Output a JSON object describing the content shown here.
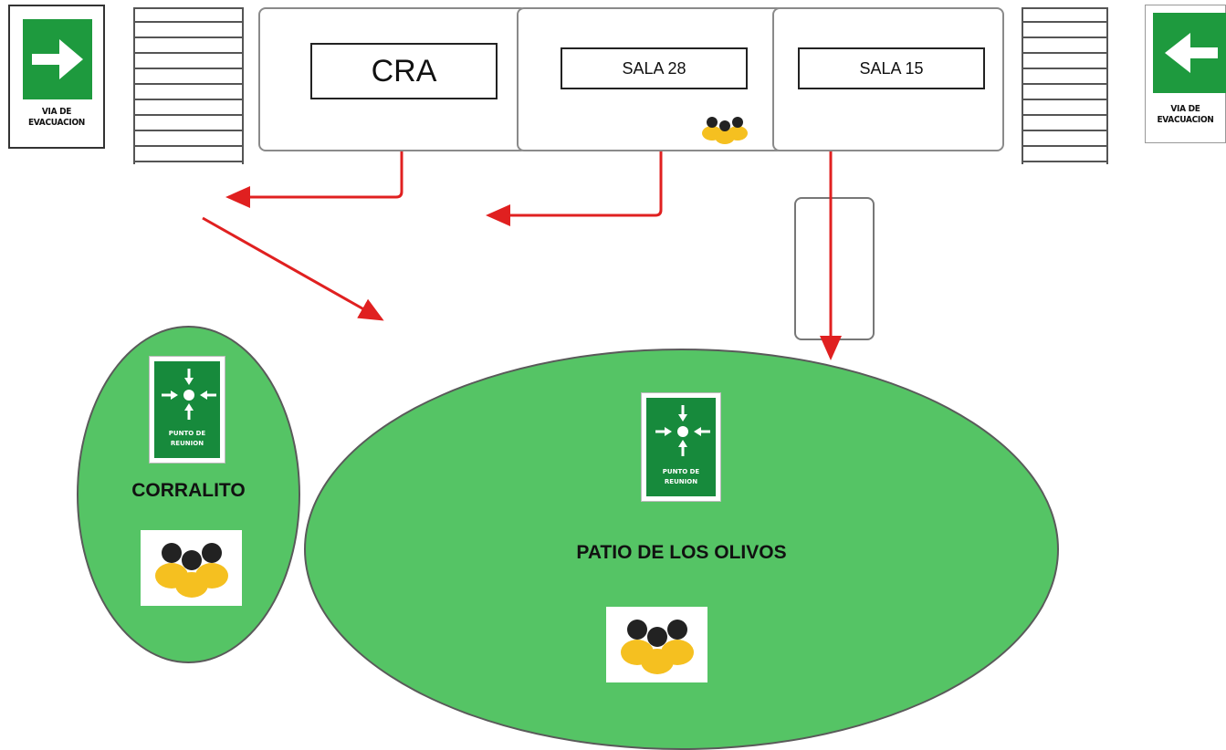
{
  "rooms": {
    "cra": "CRA",
    "sala28": "SALA 28",
    "sala15": "SALA 15"
  },
  "exit_signs": {
    "left_text": "VIA DE\nEVACUACION",
    "right_text": "VIA DE\nEVACUACION"
  },
  "meeting_sign_text": "PUNTO DE\nREUNION",
  "zones": {
    "corralito": "CORRALITO",
    "patio": "PATIO DE LOS OLIVOS"
  },
  "colors": {
    "zone_green": "#55c465",
    "sign_green": "#1e9a3e",
    "arrow_red": "#e02020",
    "people_yellow": "#f5c020"
  },
  "icons": [
    "arrow-right-icon",
    "arrow-left-icon",
    "meeting-point-icon",
    "people-group-icon",
    "stairs-icon"
  ]
}
